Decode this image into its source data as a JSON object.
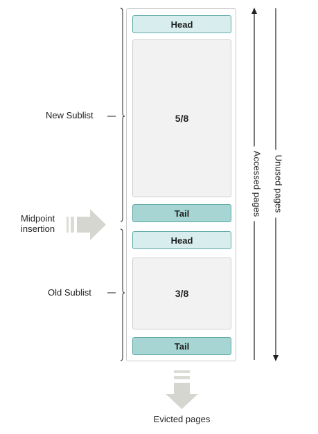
{
  "sublists": {
    "new": {
      "label": "New Sublist",
      "head_label": "Head",
      "fraction": "5/8",
      "tail_label": "Tail"
    },
    "old": {
      "label": "Old Sublist",
      "head_label": "Head",
      "fraction": "3/8",
      "tail_label": "Tail"
    }
  },
  "midpoint": {
    "line1": "Midpoint",
    "line2": "insertion"
  },
  "arrows": {
    "accessed": "Accessed pages",
    "unused": "Unused pages"
  },
  "evicted": "Evicted pages",
  "colors": {
    "head_fill": "#d8eeee",
    "tail_fill": "#a7d5d3",
    "node_border": "#5ea9a6",
    "block_fill": "#f2f2f2",
    "arrow_gray": "#d6d6d0"
  }
}
